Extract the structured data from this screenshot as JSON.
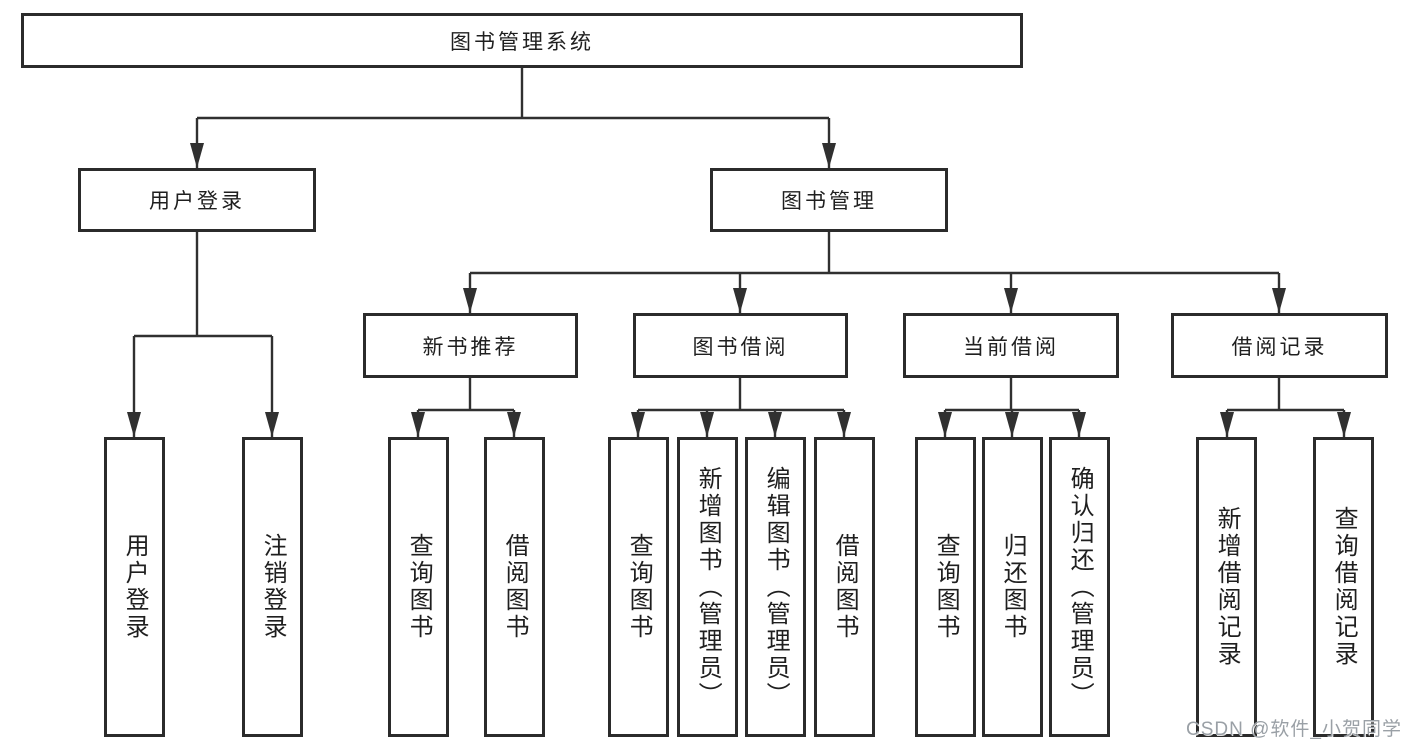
{
  "diagram": {
    "root": {
      "label": "图书管理系统"
    },
    "branches": [
      {
        "label": "用户登录",
        "leaves": [
          {
            "label": "用户登录"
          },
          {
            "label": "注销登录"
          }
        ]
      },
      {
        "label": "图书管理",
        "groups": [
          {
            "label": "新书推荐",
            "leaves": [
              {
                "label": "查询图书"
              },
              {
                "label": "借阅图书"
              }
            ]
          },
          {
            "label": "图书借阅",
            "leaves": [
              {
                "label": "查询图书"
              },
              {
                "label": "新增图书（管理员）"
              },
              {
                "label": "编辑图书（管理员）"
              },
              {
                "label": "借阅图书"
              }
            ]
          },
          {
            "label": "当前借阅",
            "leaves": [
              {
                "label": "查询图书"
              },
              {
                "label": "归还图书"
              },
              {
                "label": "确认归还（管理员）"
              }
            ]
          },
          {
            "label": "借阅记录",
            "leaves": [
              {
                "label": "新增借阅记录"
              },
              {
                "label": "查询借阅记录"
              }
            ]
          }
        ]
      }
    ]
  },
  "watermark": {
    "text": "CSDN @软件_小贺同学"
  },
  "colors": {
    "line": "#303030",
    "box_border": "#2b2b2b",
    "text": "#1f1f1f",
    "watermark": "#9aa0a6",
    "background": "#ffffff"
  }
}
